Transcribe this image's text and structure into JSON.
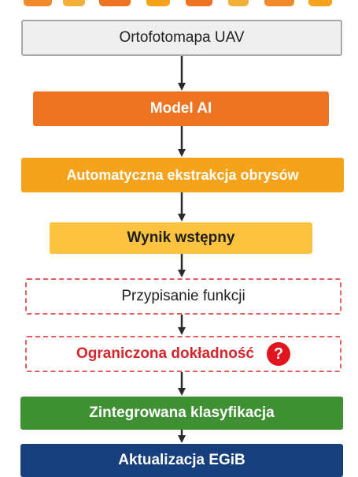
{
  "flow": {
    "steps": [
      {
        "label": "Ortofotomapa UAV"
      },
      {
        "label": "Model AI"
      },
      {
        "label": "Automatyczna ekstrakcja obrysów"
      },
      {
        "label": "Wynik wstępny"
      },
      {
        "label": "Przypisanie funkcji"
      },
      {
        "label": "Ograniczona dokładność",
        "badge": "?"
      },
      {
        "label": "Zintegrowana klasyfikacja"
      },
      {
        "label": "Aktualizacja EGiB"
      }
    ]
  },
  "colors": {
    "input_box": "#efefef",
    "model_box": "#ee7421",
    "extraction_box": "#f5a31a",
    "result_box": "#fbc33f",
    "dashed_border": "#e35f5f",
    "warning_text": "#d6262d",
    "badge": "#e0151d",
    "integration_box": "#3f8f33",
    "update_box": "#163f7c",
    "arrow": "#2a2a2a"
  },
  "icons": {
    "badge_icon": "question-mark-icon",
    "connector": "arrow-down-icon"
  }
}
